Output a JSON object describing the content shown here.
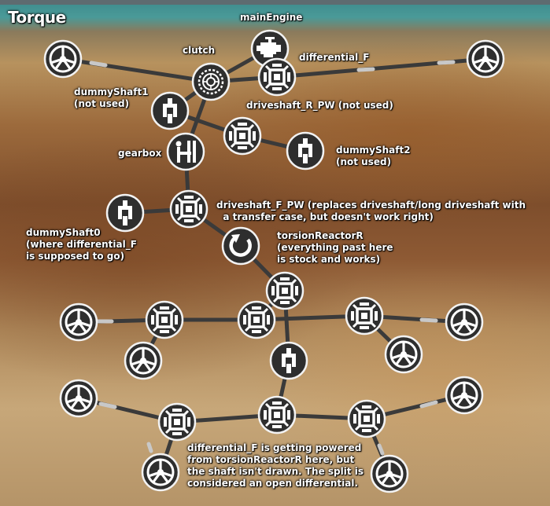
{
  "title": "Torque",
  "labels": {
    "mainEngine": "mainEngine",
    "clutch": "clutch",
    "differential_F": "differential_F",
    "dummyShaft1": "dummyShaft1\n(not used)",
    "driveshaft_R_PW": "driveshaft_R_PW (not used)",
    "gearbox": "gearbox",
    "dummyShaft2": "dummyShaft2\n(not used)",
    "driveshaft_F_PW": "driveshaft_F_PW (replaces driveshaft/long driveshaft with\n  a transfer case, but doesn't work right)",
    "dummyShaft0": "dummyShaft0\n(where differential_F\nis supposed to go)",
    "torsionReactorR": "torsionReactorR\n(everything past here\nis stock and works)",
    "note": "differential_F is getting powered\nfrom torsionReactorR here, but\nthe shaft isn't drawn. The split is\nconsidered an open differential."
  },
  "icons": {
    "wheel": "wheel-icon",
    "engine": "engine-icon",
    "clutch": "clutch-icon",
    "differential": "differential-icon",
    "shaft": "shaft-icon",
    "gearbox": "gearbox-icon",
    "torsion_reactor": "torsion-reactor-icon"
  },
  "colors": {
    "node_fill": "#2e2e2e",
    "node_stroke": "#f2f2f2",
    "shaft_line": "#3a3a3a",
    "wheel_link": "#c8c8c8"
  }
}
